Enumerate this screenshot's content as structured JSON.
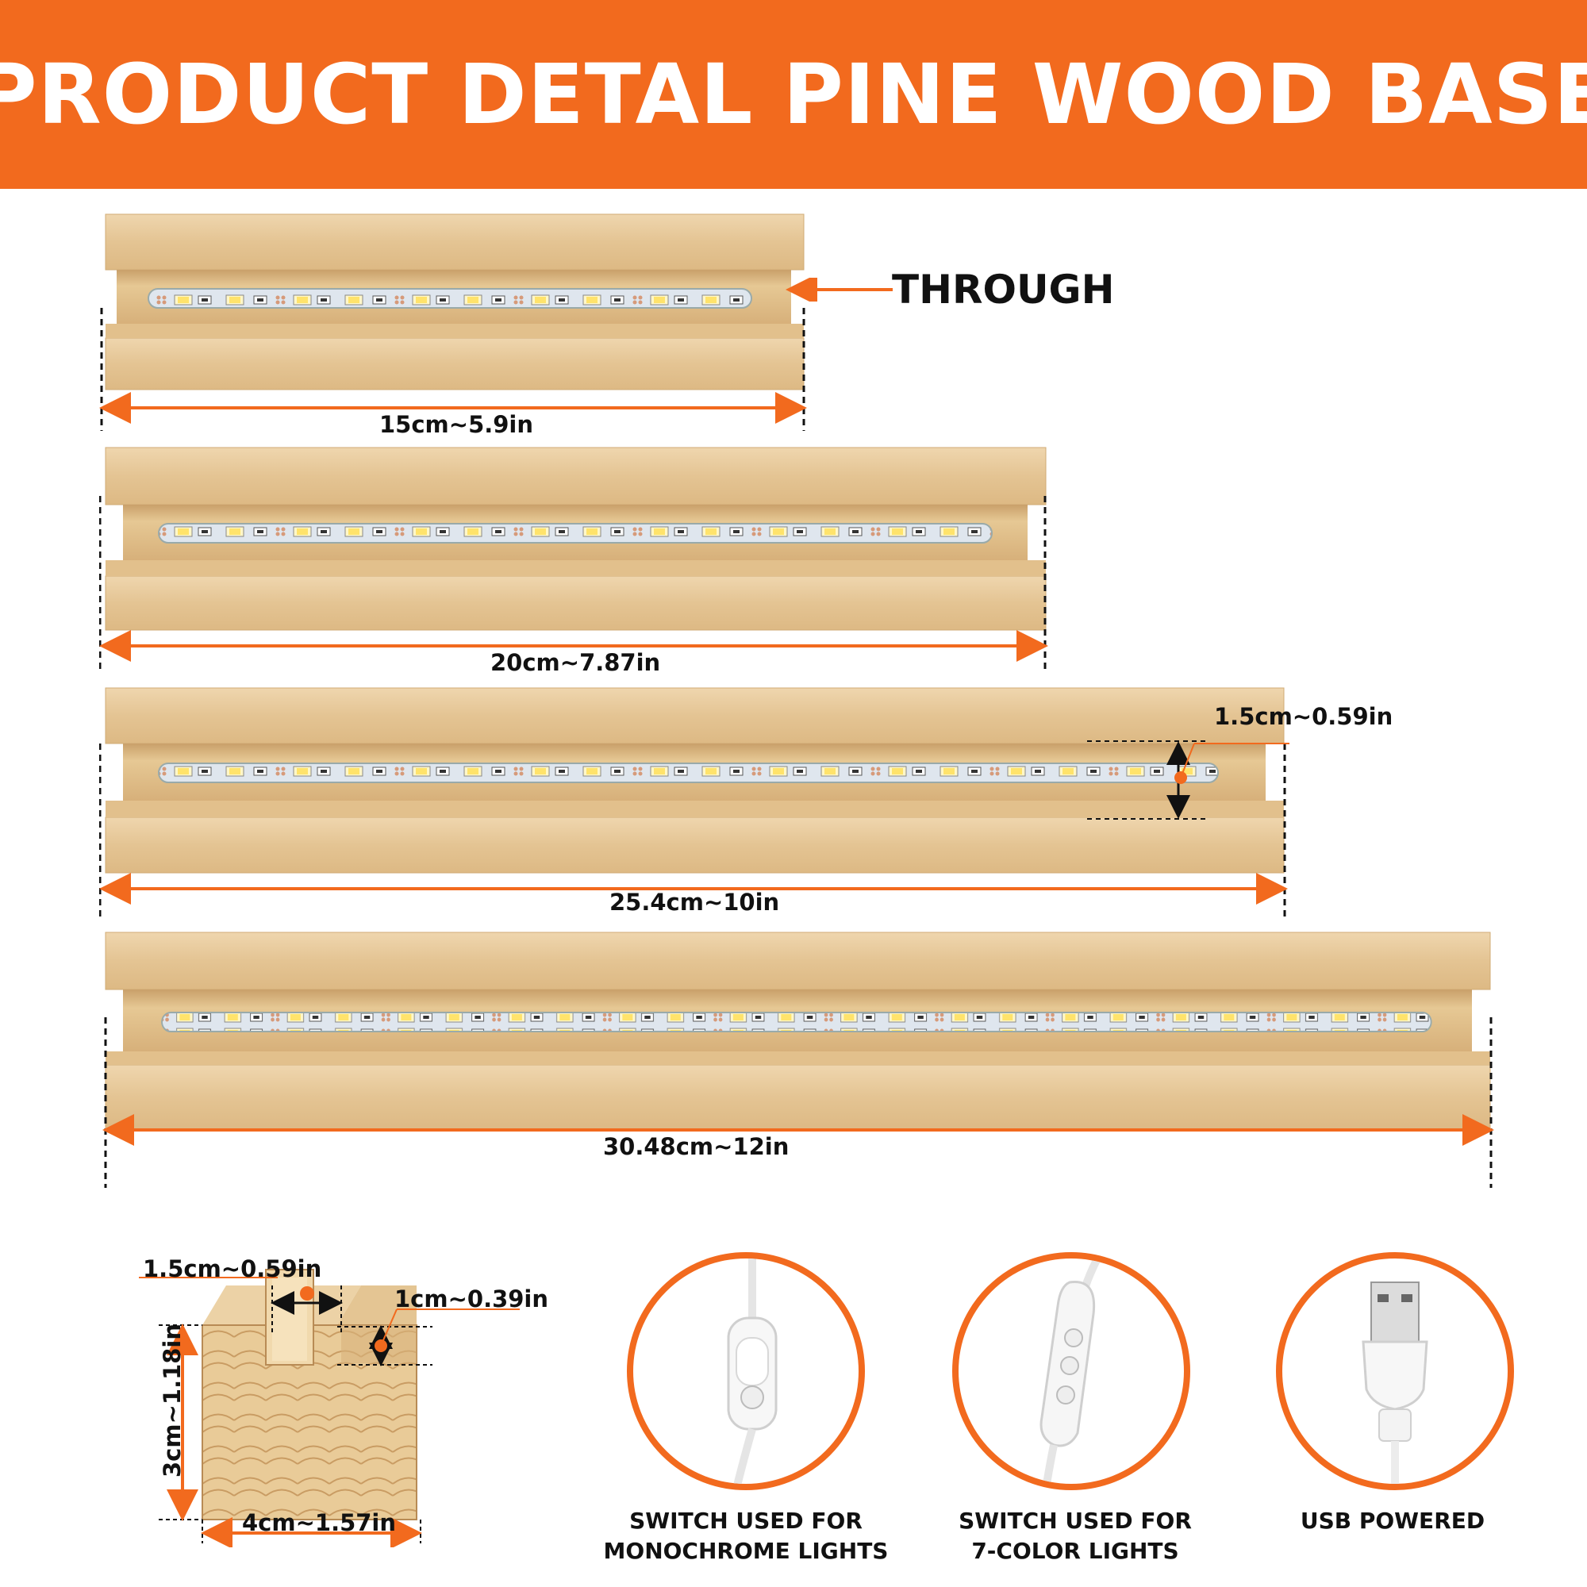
{
  "banner": {
    "title": "PRODUCT DETAL PINE WOOD BASE"
  },
  "through_label": "THROUGH",
  "bases": [
    {
      "length_label": "15cm~5.9in"
    },
    {
      "length_label": "20cm~7.87in"
    },
    {
      "length_label": "25.4cm~10in"
    },
    {
      "length_label": "30.48cm~12in"
    }
  ],
  "groove_depth_label": "1.5cm~0.59in",
  "cross_section": {
    "groove_width_label": "1.5cm~0.59in",
    "groove_depth_label": "1cm~0.39in",
    "height_label": "3cm~1.18in",
    "width_label": "4cm~1.57in"
  },
  "accessories": [
    {
      "icon": "inline-switch-icon",
      "caption_line1": "SWITCH USED FOR",
      "caption_line2": "MONOCHROME LIGHTS"
    },
    {
      "icon": "remote-dimmer-icon",
      "caption_line1": "SWITCH USED FOR",
      "caption_line2": "7-COLOR LIGHTS"
    },
    {
      "icon": "usb-plug-icon",
      "caption_line1": "USB POWERED",
      "caption_line2": ""
    }
  ],
  "colors": {
    "accent": "#f26a1e",
    "wood": "#e8c99a",
    "wood_dark": "#d9b47e"
  }
}
